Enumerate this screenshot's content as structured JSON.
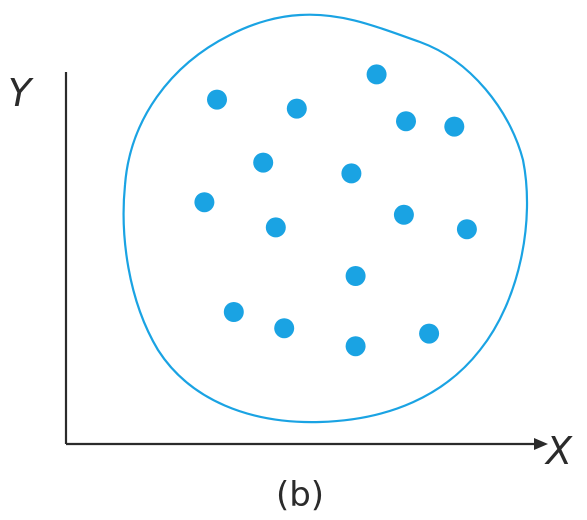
{
  "figure": {
    "panel_label": "(b)",
    "accent_color": "#1aa3e3"
  },
  "chart_data": {
    "type": "scatter",
    "xlabel": "X",
    "ylabel": "Y",
    "xlim": [
      0,
      100
    ],
    "ylim": [
      0,
      100
    ],
    "grid": false,
    "ticks": false,
    "points": [
      {
        "x": 25.0,
        "y": 89.0
      },
      {
        "x": 44.0,
        "y": 86.5
      },
      {
        "x": 63.0,
        "y": 96.0
      },
      {
        "x": 70.0,
        "y": 83.0
      },
      {
        "x": 81.5,
        "y": 81.5
      },
      {
        "x": 36.0,
        "y": 71.5
      },
      {
        "x": 57.0,
        "y": 68.5
      },
      {
        "x": 22.0,
        "y": 60.5
      },
      {
        "x": 39.0,
        "y": 53.5
      },
      {
        "x": 69.5,
        "y": 57.0
      },
      {
        "x": 84.5,
        "y": 53.0
      },
      {
        "x": 58.0,
        "y": 40.0
      },
      {
        "x": 29.0,
        "y": 30.0
      },
      {
        "x": 41.0,
        "y": 25.5
      },
      {
        "x": 58.0,
        "y": 20.5
      },
      {
        "x": 75.5,
        "y": 24.0
      }
    ],
    "enclosure": "closed-outline"
  }
}
